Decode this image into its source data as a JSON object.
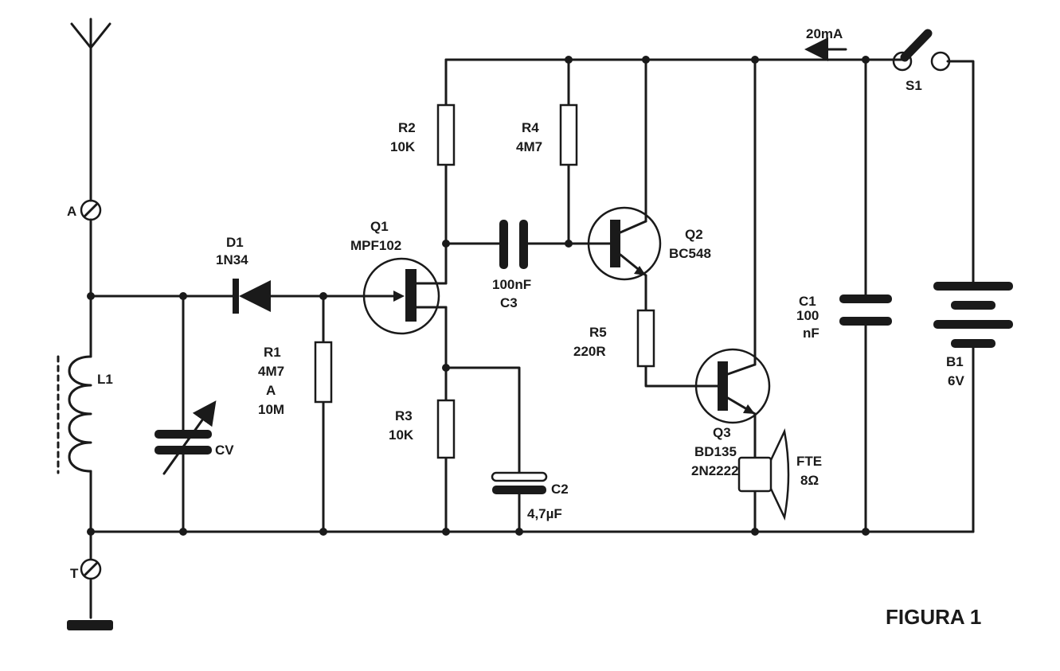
{
  "figure_title": "FIGURA 1",
  "current_label": "20mA",
  "terminals": {
    "antenna": "A",
    "ground": "T"
  },
  "components": {
    "L1": {
      "ref": "L1"
    },
    "CV": {
      "ref": "CV"
    },
    "D1": {
      "ref": "D1",
      "value": "1N34"
    },
    "R1": {
      "ref": "R1",
      "value": "4M7",
      "alt_word": "A",
      "alt_value": "10M"
    },
    "Q1": {
      "ref": "Q1",
      "value": "MPF102"
    },
    "R2": {
      "ref": "R2",
      "value": "10K"
    },
    "R3": {
      "ref": "R3",
      "value": "10K"
    },
    "C2": {
      "ref": "C2",
      "value": "4,7µF"
    },
    "C3": {
      "value": "100nF",
      "ref": "C3"
    },
    "R4": {
      "ref": "R4",
      "value": "4M7"
    },
    "Q2": {
      "ref": "Q2",
      "value": "BC548"
    },
    "R5": {
      "ref": "R5",
      "value": "220R"
    },
    "Q3": {
      "ref": "Q3",
      "value": "BD135",
      "alt_value": "2N2222"
    },
    "FTE": {
      "ref": "FTE",
      "value": "8Ω"
    },
    "C1": {
      "ref": "C1",
      "value": "100",
      "unit": "nF"
    },
    "S1": {
      "ref": "S1"
    },
    "B1": {
      "ref": "B1",
      "value": "6V"
    }
  }
}
